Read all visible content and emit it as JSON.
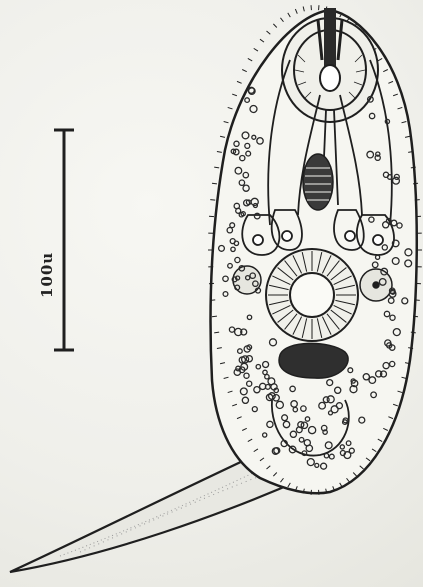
{
  "scale_bar": {
    "label": "100u"
  },
  "colors": {
    "ink": "#1f1f1f",
    "paper": "#f3f3ef",
    "stipple": "#333333"
  },
  "icons": {
    "organism": "cercaria-larva-drawing",
    "tail": "tail-appendage",
    "oral_sucker": "oral-sucker-structure",
    "ventral_sucker": "ventral-sucker-structure"
  }
}
